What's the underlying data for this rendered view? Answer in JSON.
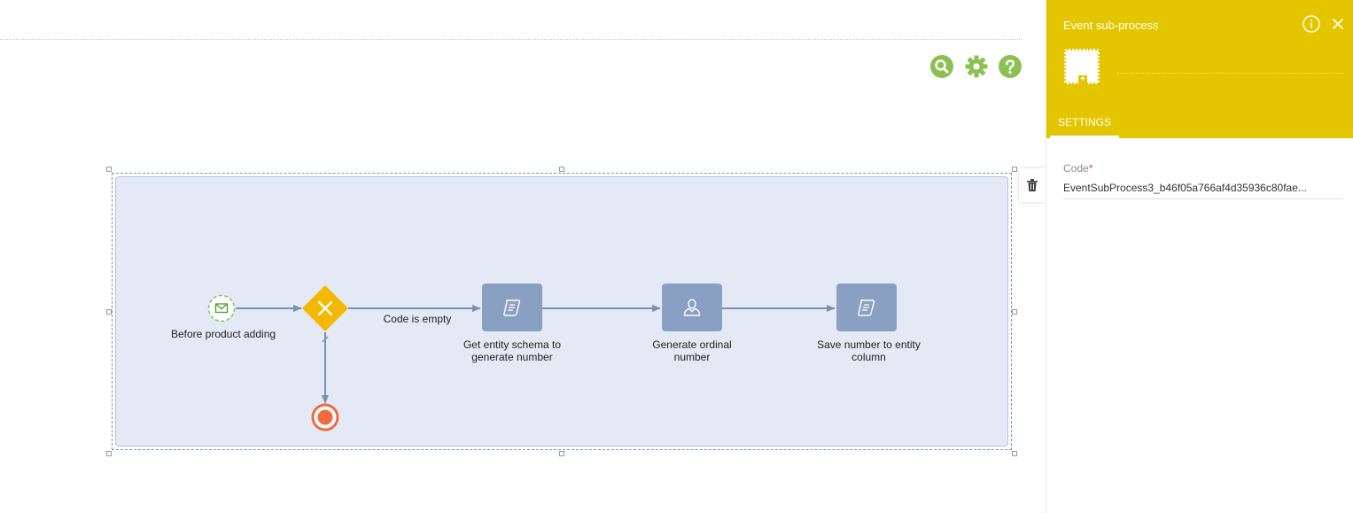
{
  "toolbar": {
    "search_icon": "search-icon",
    "settings_icon": "gear-icon",
    "help_icon": "help-icon",
    "icon_color": "#8cc152"
  },
  "diagram": {
    "start_event": {
      "label": "Before product adding",
      "icon": "envelope-icon"
    },
    "gateway": {
      "icon": "exclusive-gateway-x",
      "color": "#f5b800"
    },
    "flow_condition": "Code is empty",
    "tasks": [
      {
        "label_line1": "Get entity schema to",
        "label_line2": "generate number",
        "icon": "script-icon"
      },
      {
        "label_line1": "Generate ordinal",
        "label_line2": "number",
        "icon": "user-icon"
      },
      {
        "label_line1": "Save number to entity",
        "label_line2": "column",
        "icon": "script-icon"
      }
    ],
    "end_event": {
      "icon": "terminate-end-event",
      "color": "#f26a3d"
    }
  },
  "panel": {
    "title": "Event sub-process",
    "tab": "SETTINGS",
    "code_label": "Code",
    "required_mark": "*",
    "code_value": "EventSubProcess3_b46f05a766af4d35936c80fae...",
    "accent": "#e4c600"
  }
}
